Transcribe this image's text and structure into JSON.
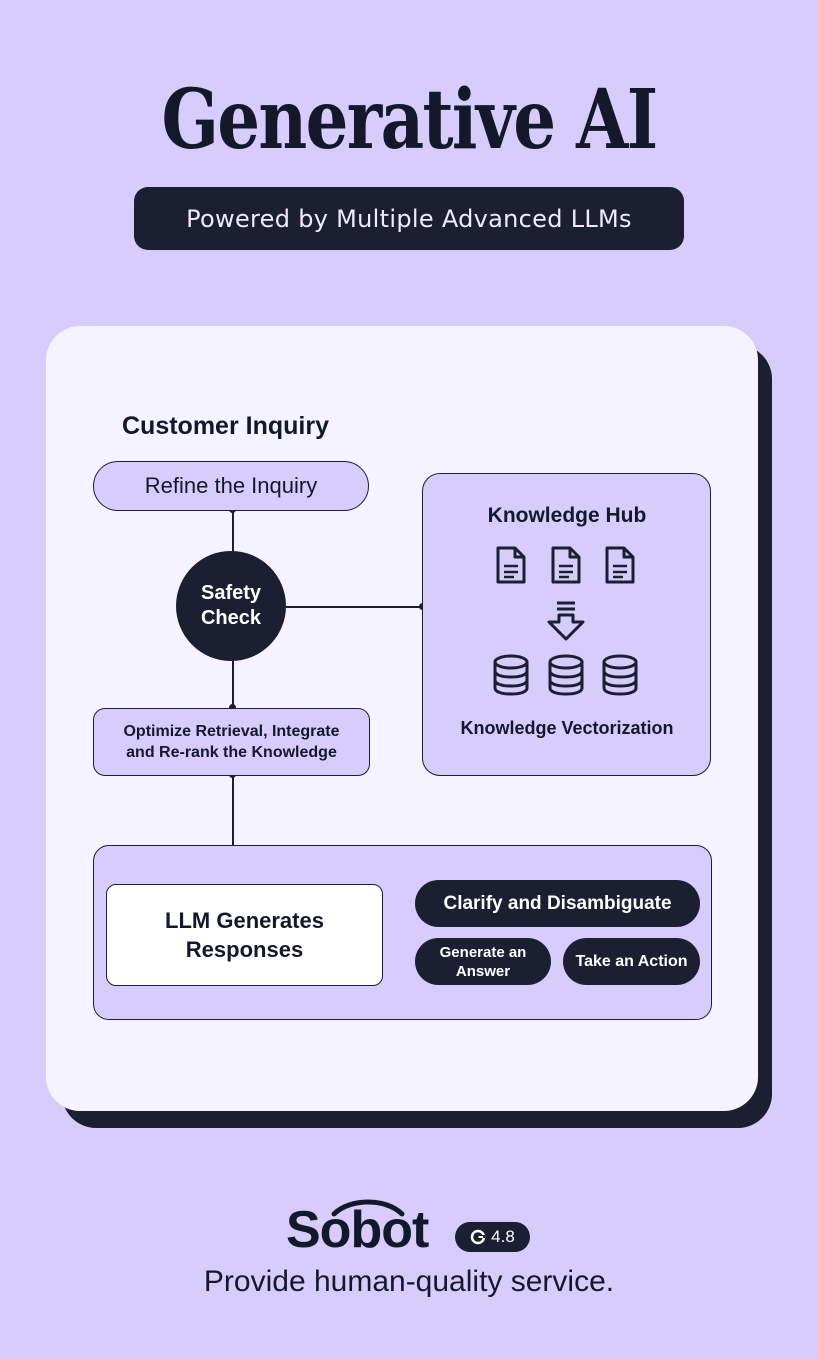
{
  "header": {
    "title": "Generative AI",
    "subtitle": "Powered by Multiple Advanced LLMs"
  },
  "diagram": {
    "inquiry_heading": "Customer Inquiry",
    "refine": "Refine the Inquiry",
    "safety_line1": "Safety",
    "safety_line2": "Check",
    "hub_title": "Knowledge Hub",
    "hub_subtitle": "Knowledge Vectorization",
    "optimize_line1": "Optimize Retrieval, Integrate",
    "optimize_line2": "and Re-rank the Knowledge",
    "llm_line1": "LLM Generates",
    "llm_line2": "Responses",
    "clarify": "Clarify and Disambiguate",
    "generate_line1": "Generate an",
    "generate_line2": "Answer",
    "action": "Take an Action"
  },
  "footer": {
    "brand": "Sobot",
    "rating": "4.8",
    "rating_icon": "g2-icon",
    "tagline": "Provide human-quality service."
  },
  "colors": {
    "background": "#d7cdfd",
    "dark": "#1b1f31",
    "card": "#f5f3ff"
  }
}
